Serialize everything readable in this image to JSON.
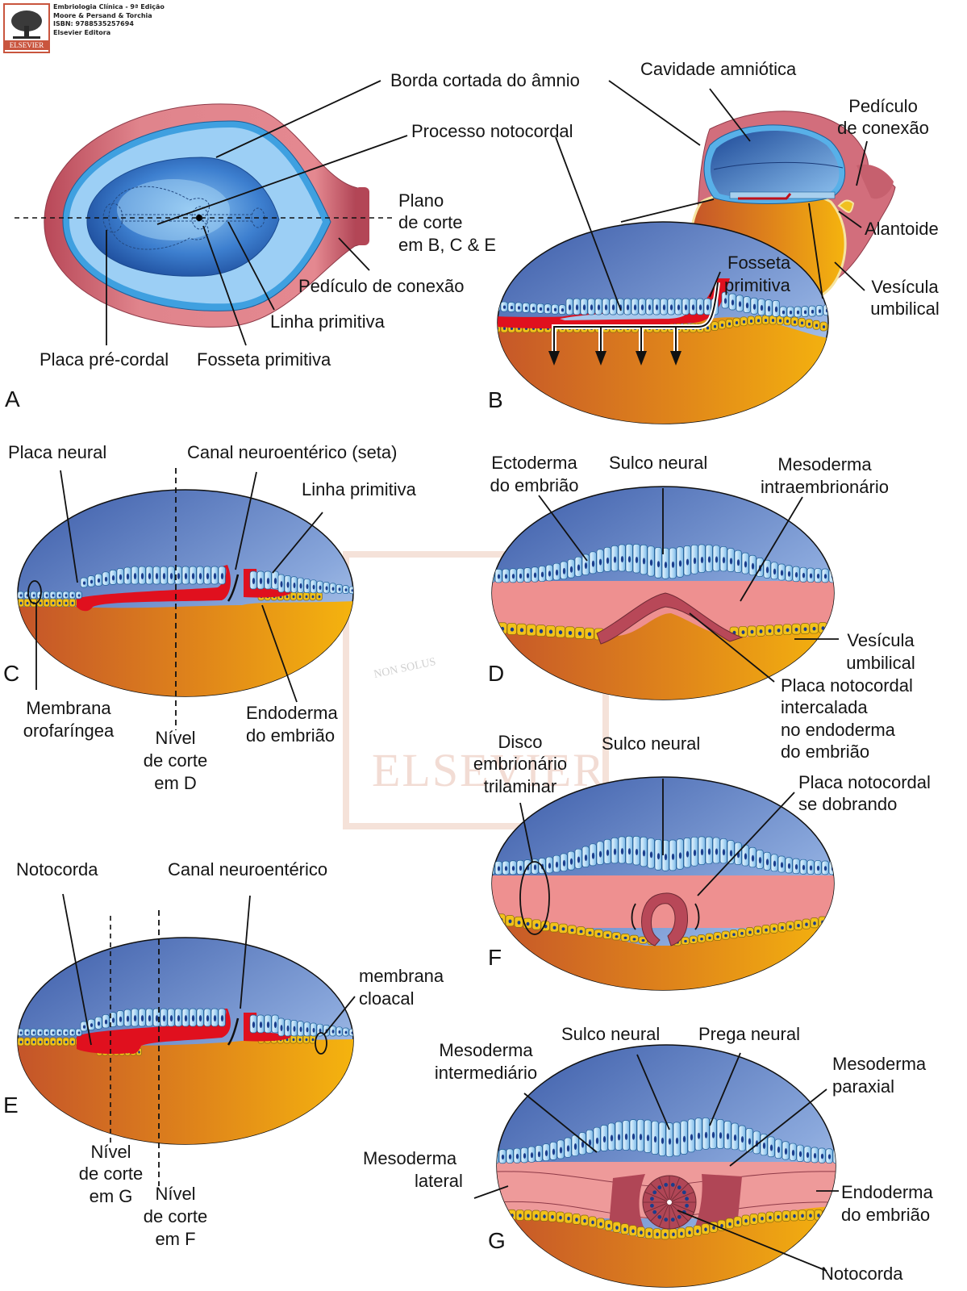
{
  "publisher": {
    "brand": "ELSEVIER",
    "lines": [
      "Embriologia Clínica - 9ª Edição",
      "Moore & Persand & Torchia",
      "ISBN: 9788535257694",
      "Elsevier Editora"
    ],
    "watermark_text": "ELSEVIER",
    "watermark_motto": "NON SOLUS"
  },
  "colors": {
    "amnion_pink": "#e07c85",
    "amnion_dark": "#b44a5c",
    "blue_dark": "#3e5fae",
    "blue_light": "#b9d3f0",
    "ectoderm_cell": "#a9d4f2",
    "mesoderm_red": "#e0101e",
    "mesoderm_pink": "#ee9090",
    "endoderm_yellow": "#f2c21a",
    "yolk_orange_dark": "#c75a25",
    "yolk_orange_light": "#f0aa12",
    "nucleus": "#1b3d8c"
  },
  "panels": {
    "A": {
      "letter": "A",
      "labels": {
        "borda": "Borda cortada do âmnio",
        "processo": "Processo notocordal",
        "plano_1": "Plano",
        "plano_2": "de corte",
        "plano_3": "em B, C & E",
        "pediculo": "Pedículo de conexão",
        "linha": "Linha primitiva",
        "placa": "Placa pré-cordal",
        "fosseta": "Fosseta primitiva"
      }
    },
    "B": {
      "letter": "B",
      "labels": {
        "cavidade": "Cavidade amniótica",
        "pediculo_1": "Pedículo",
        "pediculo_2": "de conexão",
        "alantoide": "Alantoide",
        "fosseta_1": "Fosseta",
        "fosseta_2": "primitiva",
        "vesicula_1": "Vesícula",
        "vesicula_2": "umbilical"
      }
    },
    "C": {
      "letter": "C",
      "labels": {
        "placa_neural": "Placa neural",
        "canal": "Canal neuroentérico (seta)",
        "linha": "Linha primitiva",
        "membrana_1": "Membrana",
        "membrana_2": "orofaríngea",
        "nivel_1": "Nível",
        "nivel_2": "de corte",
        "nivel_3": "em D",
        "endoderma_1": "Endoderma",
        "endoderma_2": "do embrião"
      }
    },
    "D": {
      "letter": "D",
      "labels": {
        "ectoderma_1": "Ectoderma",
        "ectoderma_2": "do embrião",
        "sulco": "Sulco neural",
        "mesoderma_1": "Mesoderma",
        "mesoderma_2": "intraembrionário",
        "vesicula_1": "Vesícula",
        "vesicula_2": "umbilical",
        "placa_1": "Placa notocordal",
        "placa_2": "intercalada",
        "placa_3": "no endoderma",
        "placa_4": "do embrião"
      }
    },
    "E": {
      "letter": "E",
      "labels": {
        "notocorda": "Notocorda",
        "canal": "Canal neuroentérico",
        "membrana_1": "membrana",
        "membrana_2": "cloacal",
        "nivel_g_1": "Nível",
        "nivel_g_2": "de corte",
        "nivel_g_3": "em G",
        "nivel_f_1": "Nível",
        "nivel_f_2": "de corte",
        "nivel_f_3": "em F"
      }
    },
    "F": {
      "letter": "F",
      "labels": {
        "disco_1": "Disco",
        "disco_2": "embrionário",
        "disco_3": "trilaminar",
        "sulco": "Sulco neural",
        "placa_1": "Placa notocordal",
        "placa_2": "se dobrando"
      }
    },
    "G": {
      "letter": "G",
      "labels": {
        "sulco": "Sulco neural",
        "prega": "Prega neural",
        "meso_int_1": "Mesoderma",
        "meso_int_2": "intermediário",
        "meso_par_1": "Mesoderma",
        "meso_par_2": "paraxial",
        "meso_lat_1": "Mesoderma",
        "meso_lat_2": "lateral",
        "endoderma_1": "Endoderma",
        "endoderma_2": "do embrião",
        "notocorda": "Notocorda"
      }
    }
  }
}
